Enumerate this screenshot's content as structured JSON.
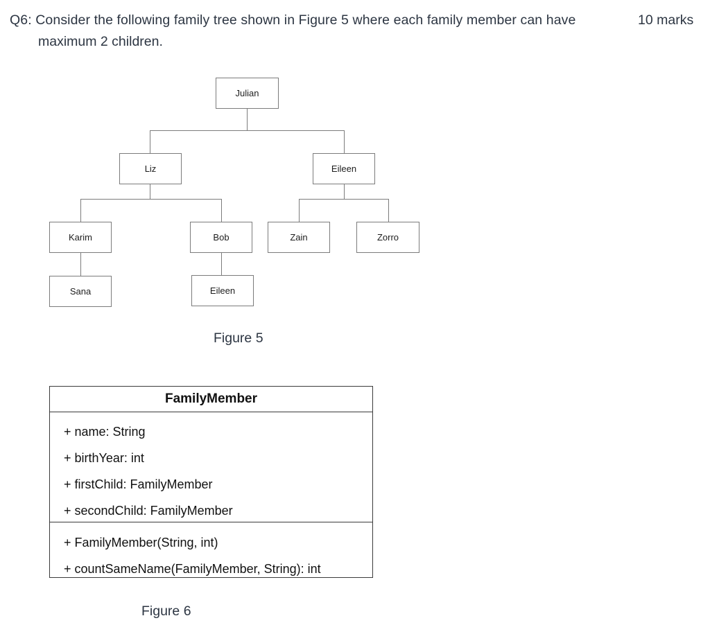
{
  "question": {
    "line1": "Q6: Consider the following family tree shown in Figure 5 where each family member can have",
    "line2": "maximum 2 children.",
    "marks": "10 marks"
  },
  "figure5": {
    "caption": "Figure 5",
    "nodes": [
      {
        "id": "julian",
        "label": "Julian"
      },
      {
        "id": "liz",
        "label": "Liz"
      },
      {
        "id": "eileen",
        "label": "Eileen"
      },
      {
        "id": "karim",
        "label": "Karim"
      },
      {
        "id": "bob",
        "label": "Bob"
      },
      {
        "id": "zain",
        "label": "Zain"
      },
      {
        "id": "zorro",
        "label": "Zorro"
      },
      {
        "id": "sana",
        "label": "Sana"
      },
      {
        "id": "eileen2",
        "label": "Eileen"
      }
    ],
    "edges": [
      {
        "from": "julian",
        "to": "liz"
      },
      {
        "from": "julian",
        "to": "eileen"
      },
      {
        "from": "liz",
        "to": "karim"
      },
      {
        "from": "liz",
        "to": "bob"
      },
      {
        "from": "eileen",
        "to": "zain"
      },
      {
        "from": "eileen",
        "to": "zorro"
      },
      {
        "from": "karim",
        "to": "sana"
      },
      {
        "from": "bob",
        "to": "eileen2"
      }
    ]
  },
  "figure6": {
    "caption": "Figure 6",
    "class_name": "FamilyMember",
    "attributes": [
      "+ name: String",
      "+ birthYear: int",
      "+ firstChild: FamilyMember",
      "+ secondChild: FamilyMember"
    ],
    "operations": [
      "+ FamilyMember(String, int)",
      "+ countSameName(FamilyMember, String): int"
    ]
  },
  "colors": {
    "text": "#2c3542",
    "node_border": "#7b7b7b",
    "uml_border": "#3a3a3a",
    "background": "#ffffff"
  }
}
